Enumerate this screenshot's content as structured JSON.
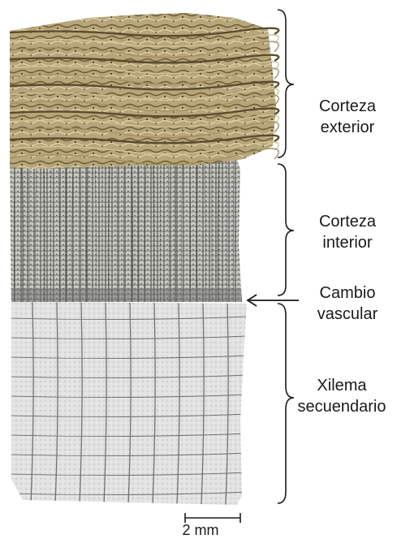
{
  "labels": {
    "outer_bark": [
      "Corteza",
      "exterior"
    ],
    "inner_bark": [
      "Corteza",
      "interior"
    ],
    "vascular_cambium": [
      "Cambio",
      "vascular"
    ],
    "secondary_xylem": [
      "Xilema",
      "secuendario"
    ]
  },
  "scale_bar": {
    "label": "2 mm"
  },
  "colors": {
    "outer_bark": "#a48f63",
    "outer_bark_light": "#d2c49c",
    "outer_bark_dark": "#5b4c2c",
    "inner_bark": "#8e8e8a",
    "inner_bark_light": "#cfcfcb",
    "xylem": "#dcdcdc",
    "xylem_grid": "#4a4a4a",
    "ink": "#1a1a1a"
  }
}
